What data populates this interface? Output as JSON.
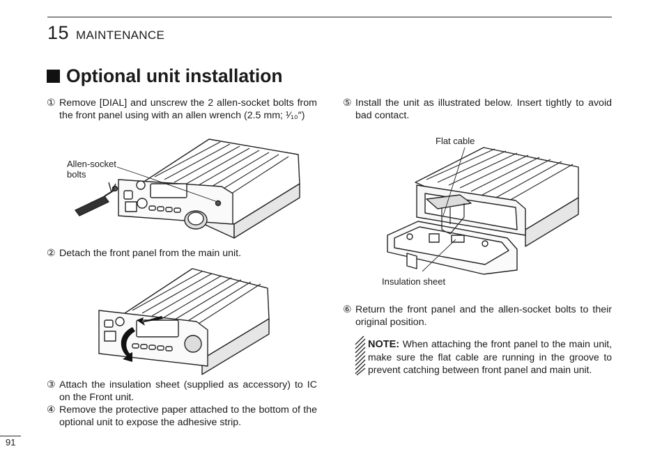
{
  "header": {
    "chapter_number": "15",
    "chapter_title": "MAINTENANCE"
  },
  "section": {
    "title": "Optional unit installation"
  },
  "steps": [
    {
      "marker": "①",
      "text": "Remove [DIAL] and unscrew the 2 allen-socket bolts from the front panel using with an allen wrench (2.5 mm; ¹⁄₁₀″)"
    },
    {
      "marker": "②",
      "text": "Detach the front panel from the main unit."
    },
    {
      "marker": "③",
      "text": "Attach the insulation sheet (supplied as accessory) to IC on the Front unit."
    },
    {
      "marker": "④",
      "text": "Remove the protective paper attached to the bottom of the optional unit to expose the adhesive strip."
    },
    {
      "marker": "⑤",
      "text": "Install the unit as illustrated below. Insert tightly to avoid bad contact."
    },
    {
      "marker": "⑥",
      "text": "Return the front panel and the allen-socket bolts to their original position."
    }
  ],
  "figures": {
    "fig1_callout": "Allen-socket bolts",
    "fig3_callout_top": "Flat cable",
    "fig3_callout_bottom": "Insulation sheet"
  },
  "note": {
    "label": "NOTE:",
    "text": "When attaching the front panel to the main unit, make sure the flat cable are running in the groove to prevent catching between front panel and main unit."
  },
  "footer": {
    "page_number": "91"
  }
}
